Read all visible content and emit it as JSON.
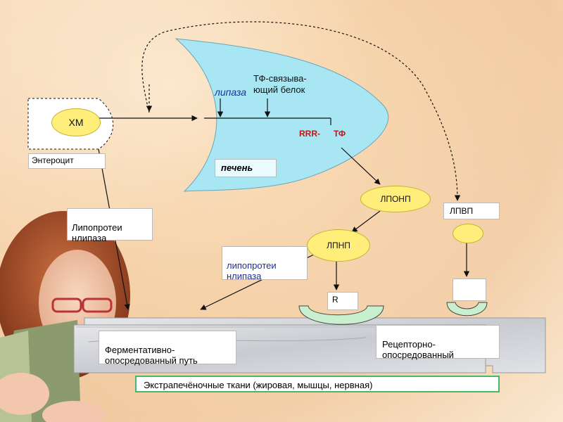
{
  "labels": {
    "hm": "ХМ",
    "enterocyte": "Энтероцит",
    "lipase": "липаза",
    "tf_binding": "ТФ-связыва-\nющий белок",
    "rrr_tf_rrr": "RRR-",
    "rrr_tf_tf": "ТФ",
    "liver": "печень",
    "lponp": "ЛПОНП",
    "lpvp": "ЛПВП",
    "lpnp": "ЛПНП",
    "lipoprotein_lipase_1": "Липопротеи\nнлипаза",
    "lipoprotein_lipase_2": "липопротеи\nнлипаза",
    "receptor_r": "R",
    "enzymatic_path": "Ферментативно-\nопосредованный путь",
    "receptor_path": "Рецепторно-\nопосредованный",
    "extrahepatic": "Экстрапечёночные ткани (жировая, мышцы, нервная)"
  },
  "colors": {
    "liver_fill": "#a7e6f2",
    "ellipse_fill": "#ffef7a",
    "receptor_fill": "#c8f0cf",
    "lipase_text": "#1f2f9a",
    "rrr_text": "#c81414",
    "tissue_fill": "#d9dadf",
    "extrahepatic_border": "#46b86a"
  }
}
